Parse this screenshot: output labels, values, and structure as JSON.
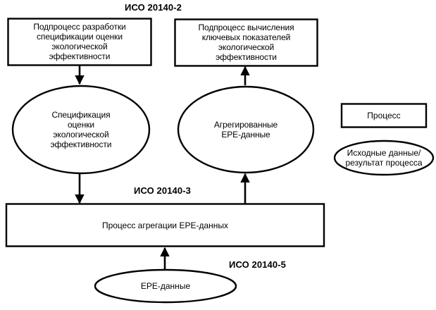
{
  "diagram": {
    "title_top": "ИСО 20140-2",
    "title_middle": "ИСО 20140-3",
    "title_bottom": "ИСО 20140-5",
    "colors": {
      "stroke": "#000000",
      "fill": "#ffffff",
      "background": "#ffffff",
      "text": "#000000"
    },
    "nodes": {
      "process_spec_dev": {
        "shape": "rectangle",
        "label": "Подпроцесс разработки\nспецификации оценки\nэкологической\nэффективности"
      },
      "process_kpi_calc": {
        "shape": "rectangle",
        "label": "Подпроцесс вычисления\nключевых показателей\nэкологической\nэффективности"
      },
      "data_spec": {
        "shape": "ellipse",
        "label": "Спецификация\nоценки\nэкологической\nэффективности"
      },
      "data_aggregated": {
        "shape": "ellipse",
        "label": "Агрегированные\nEPE-данные"
      },
      "process_aggregation": {
        "shape": "rectangle",
        "label": "Процесс агрегации EPE-данных"
      },
      "data_epe": {
        "shape": "ellipse",
        "label": "EPE-данные"
      }
    },
    "legend": {
      "process_box_label": "Процесс",
      "data_ellipse_label": "Исходные данные/\nрезультат процесса"
    },
    "edges": [
      {
        "name": "spec-dev-to-spec-data",
        "from": "process_spec_dev",
        "to": "data_spec",
        "direction": "down"
      },
      {
        "name": "aggregated-to-kpi-calc",
        "from": "data_aggregated",
        "to": "process_kpi_calc",
        "direction": "up"
      },
      {
        "name": "spec-data-to-aggregation",
        "from": "data_spec",
        "to": "process_aggregation",
        "direction": "down"
      },
      {
        "name": "aggregation-to-aggregated",
        "from": "process_aggregation",
        "to": "data_aggregated",
        "direction": "up"
      },
      {
        "name": "epe-to-aggregation",
        "from": "data_epe",
        "to": "process_aggregation",
        "direction": "up"
      }
    ]
  }
}
